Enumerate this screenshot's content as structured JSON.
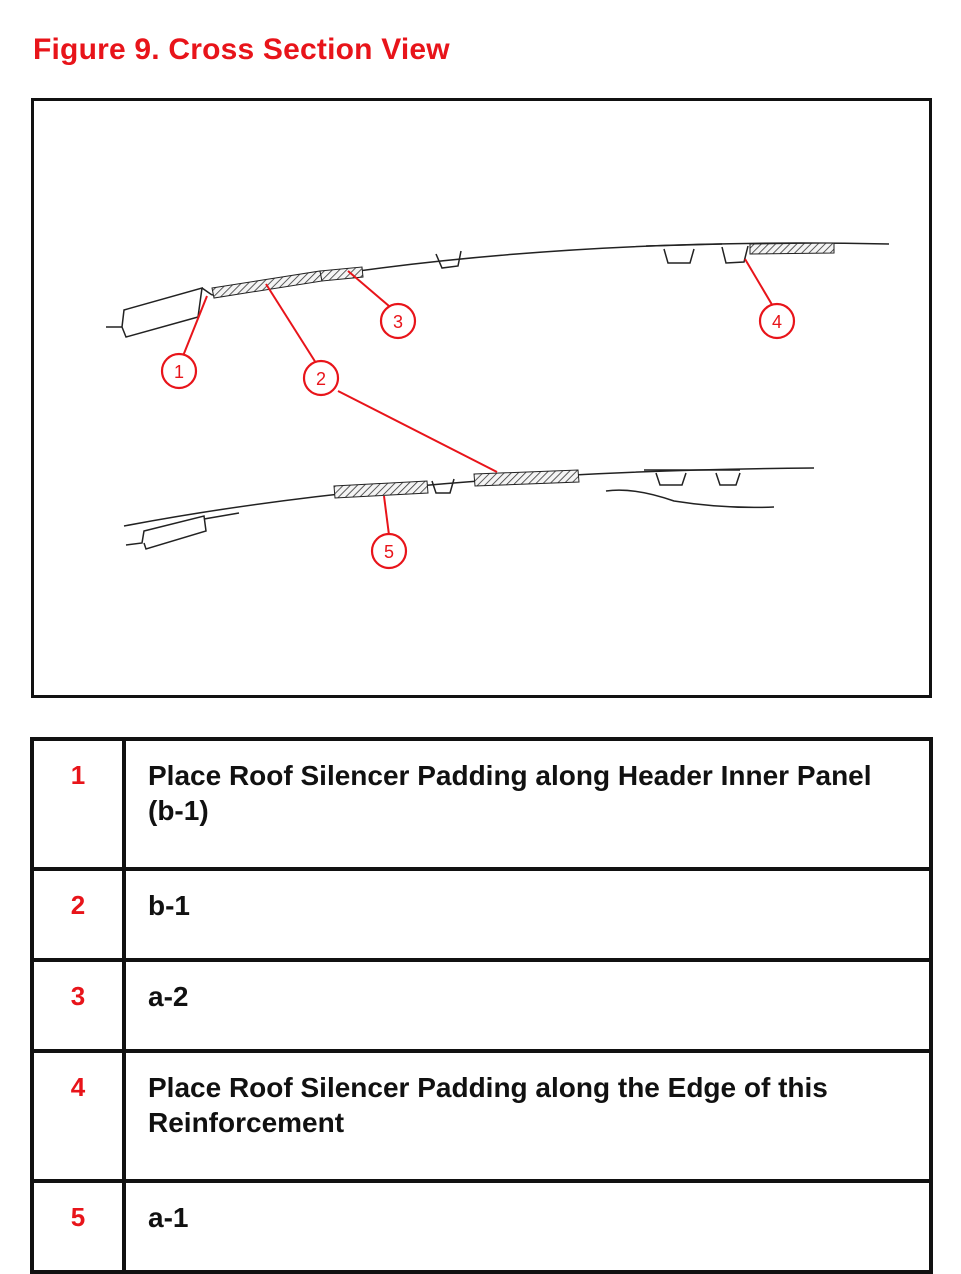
{
  "title": "Figure 9.  Cross Section View",
  "callouts": [
    "1",
    "2",
    "3",
    "4",
    "5"
  ],
  "legend": [
    {
      "num": "1",
      "text": "Place Roof Silencer Padding along Header Inner Panel (b-1)"
    },
    {
      "num": "2",
      "text": "b-1"
    },
    {
      "num": "3",
      "text": "a-2"
    },
    {
      "num": "4",
      "text": "Place Roof Silencer Padding along the Edge of this Reinforcement"
    },
    {
      "num": "5",
      "text": "a-1"
    }
  ],
  "colors": {
    "accent": "#e8141a",
    "line": "#111111",
    "hatch": "#333333"
  }
}
